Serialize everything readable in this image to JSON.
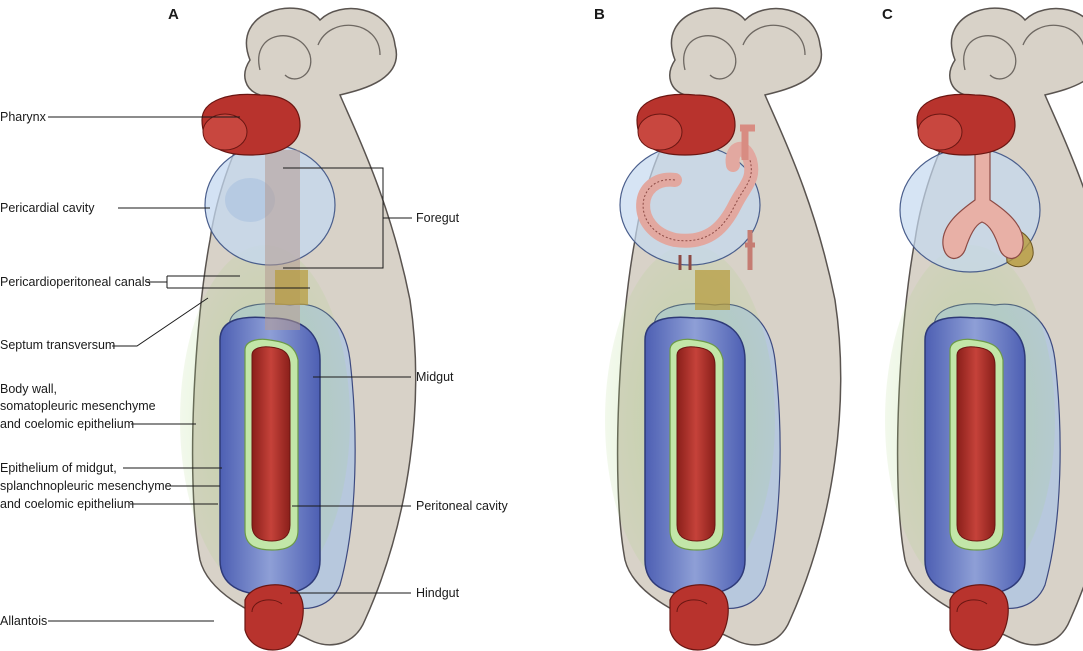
{
  "panels": {
    "a": "A",
    "b": "B",
    "c": "C"
  },
  "labels": {
    "pharynx": "Pharynx",
    "pericardial_cavity": "Pericardial cavity",
    "pericardioperitoneal_canals": "Pericardioperitoneal canals",
    "septum_transversum": "Septum transversum",
    "body_wall": [
      "Body wall,",
      "somatopleuric mesenchyme",
      "and coelomic epithelium"
    ],
    "epithelium_midgut": [
      "Epithelium of midgut,",
      "splanchnopleuric mesenchyme",
      "and coelomic epithelium"
    ],
    "allantois": "Allantois",
    "foregut": "Foregut",
    "midgut": "Midgut",
    "peritoneal_cavity": "Peritoneal cavity",
    "hindgut": "Hindgut"
  },
  "colors": {
    "embryo_tissue": "#d8d2c8",
    "embryo_outline": "#5a5450",
    "gut_red": "#b8332d",
    "gut_dark": "#7e1c18",
    "pericardium_blue": "#bcd4ee",
    "septum_green": "#9fce78",
    "coelom_blue": "#5a6fc0",
    "coelom_light": "#a9b8e0",
    "liver_bud_pink": "#e2a8a0",
    "lung_bud_pink": "#e8b0a6",
    "foregut_yellow": "#b69a3a"
  }
}
